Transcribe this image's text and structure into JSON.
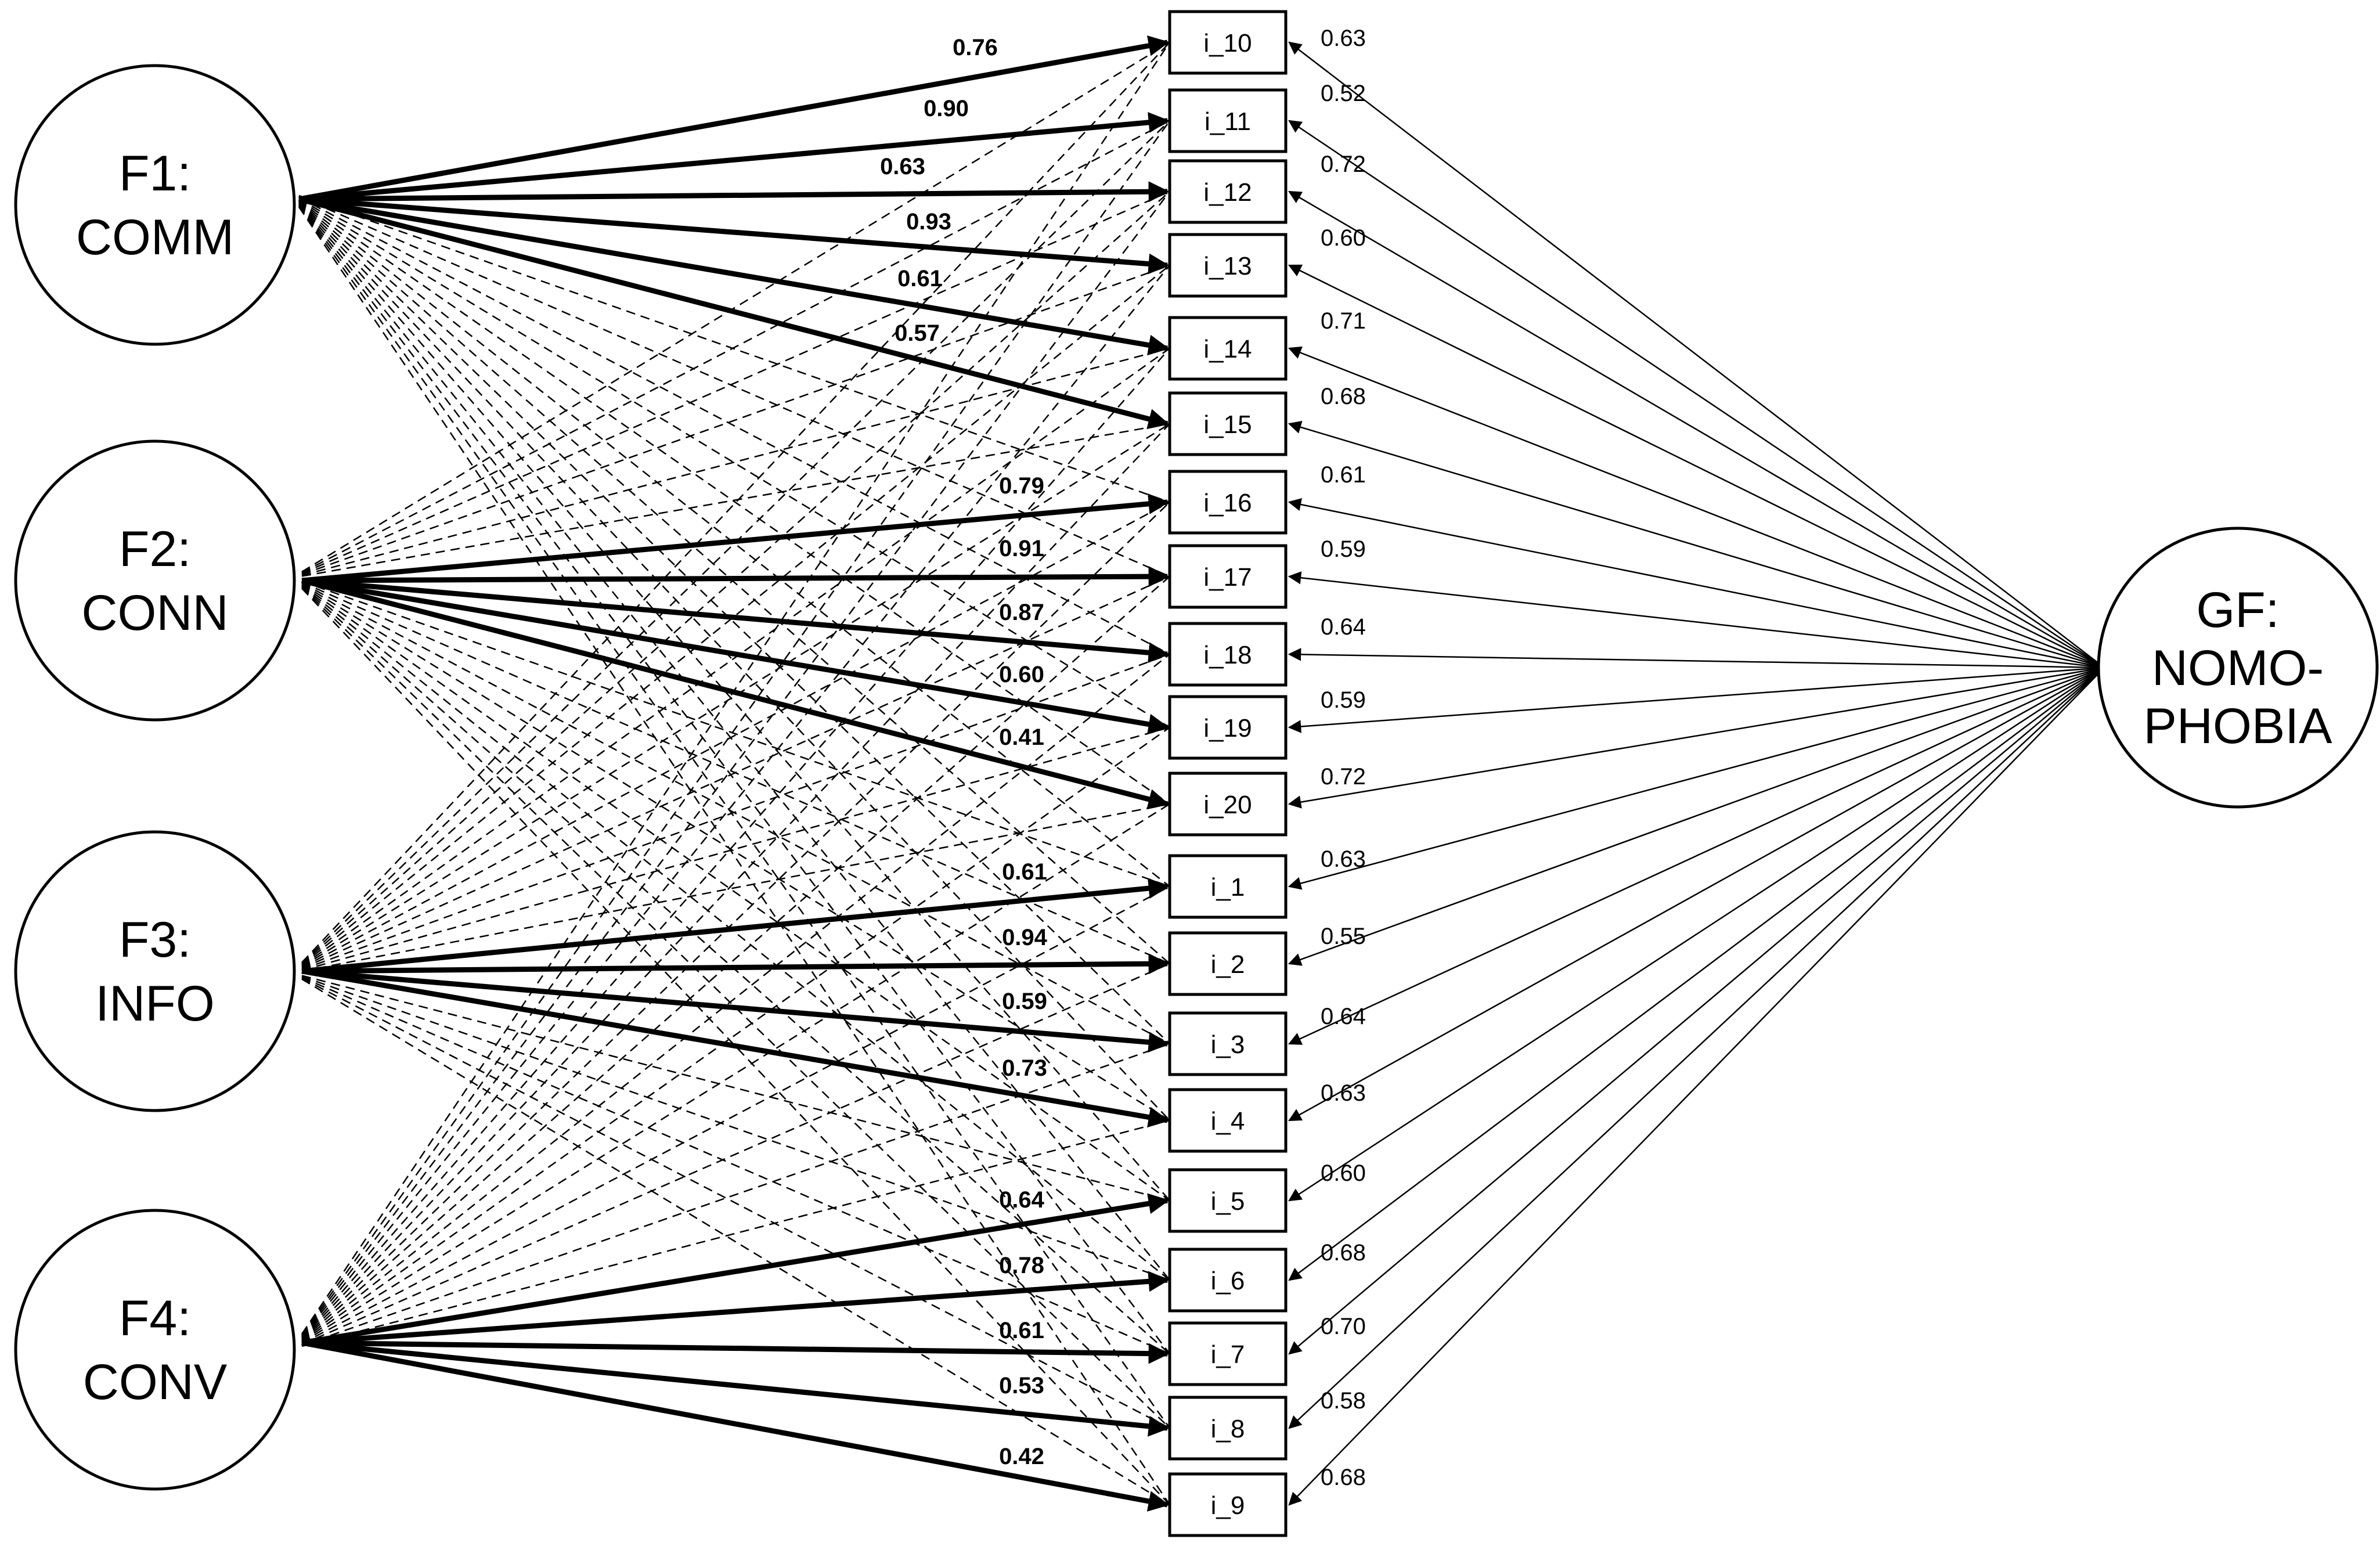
{
  "factors": [
    {
      "id": "F1",
      "lines": [
        "F1:",
        "COMM"
      ]
    },
    {
      "id": "F2",
      "lines": [
        "F2:",
        "CONN"
      ]
    },
    {
      "id": "F3",
      "lines": [
        "F3:",
        "INFO"
      ]
    },
    {
      "id": "F4",
      "lines": [
        "F4:",
        "CONV"
      ]
    }
  ],
  "general_factor": {
    "id": "GF",
    "lines": [
      "GF:",
      "NOMO-",
      "PHOBIA"
    ]
  },
  "items": [
    {
      "label": "i_10",
      "factor": "F1",
      "specific": "0.76",
      "general": "0.63"
    },
    {
      "label": "i_11",
      "factor": "F1",
      "specific": "0.90",
      "general": "0.52"
    },
    {
      "label": "i_12",
      "factor": "F1",
      "specific": "0.63",
      "general": "0.72"
    },
    {
      "label": "i_13",
      "factor": "F1",
      "specific": "0.93",
      "general": "0.60"
    },
    {
      "label": "i_14",
      "factor": "F1",
      "specific": "0.61",
      "general": "0.71"
    },
    {
      "label": "i_15",
      "factor": "F1",
      "specific": "0.57",
      "general": "0.68"
    },
    {
      "label": "i_16",
      "factor": "F2",
      "specific": "0.79",
      "general": "0.61"
    },
    {
      "label": "i_17",
      "factor": "F2",
      "specific": "0.91",
      "general": "0.59"
    },
    {
      "label": "i_18",
      "factor": "F2",
      "specific": "0.87",
      "general": "0.64"
    },
    {
      "label": "i_19",
      "factor": "F2",
      "specific": "0.60",
      "general": "0.59"
    },
    {
      "label": "i_20",
      "factor": "F2",
      "specific": "0.41",
      "general": "0.72"
    },
    {
      "label": "i_1",
      "factor": "F3",
      "specific": "0.61",
      "general": "0.63"
    },
    {
      "label": "i_2",
      "factor": "F3",
      "specific": "0.94",
      "general": "0.55"
    },
    {
      "label": "i_3",
      "factor": "F3",
      "specific": "0.59",
      "general": "0.64"
    },
    {
      "label": "i_4",
      "factor": "F3",
      "specific": "0.73",
      "general": "0.63"
    },
    {
      "label": "i_5",
      "factor": "F4",
      "specific": "0.64",
      "general": "0.60"
    },
    {
      "label": "i_6",
      "factor": "F4",
      "specific": "0.78",
      "general": "0.68"
    },
    {
      "label": "i_7",
      "factor": "F4",
      "specific": "0.61",
      "general": "0.70"
    },
    {
      "label": "i_8",
      "factor": "F4",
      "specific": "0.53",
      "general": "0.58"
    },
    {
      "label": "i_9",
      "factor": "F4",
      "specific": "0.42",
      "general": "0.68"
    }
  ]
}
